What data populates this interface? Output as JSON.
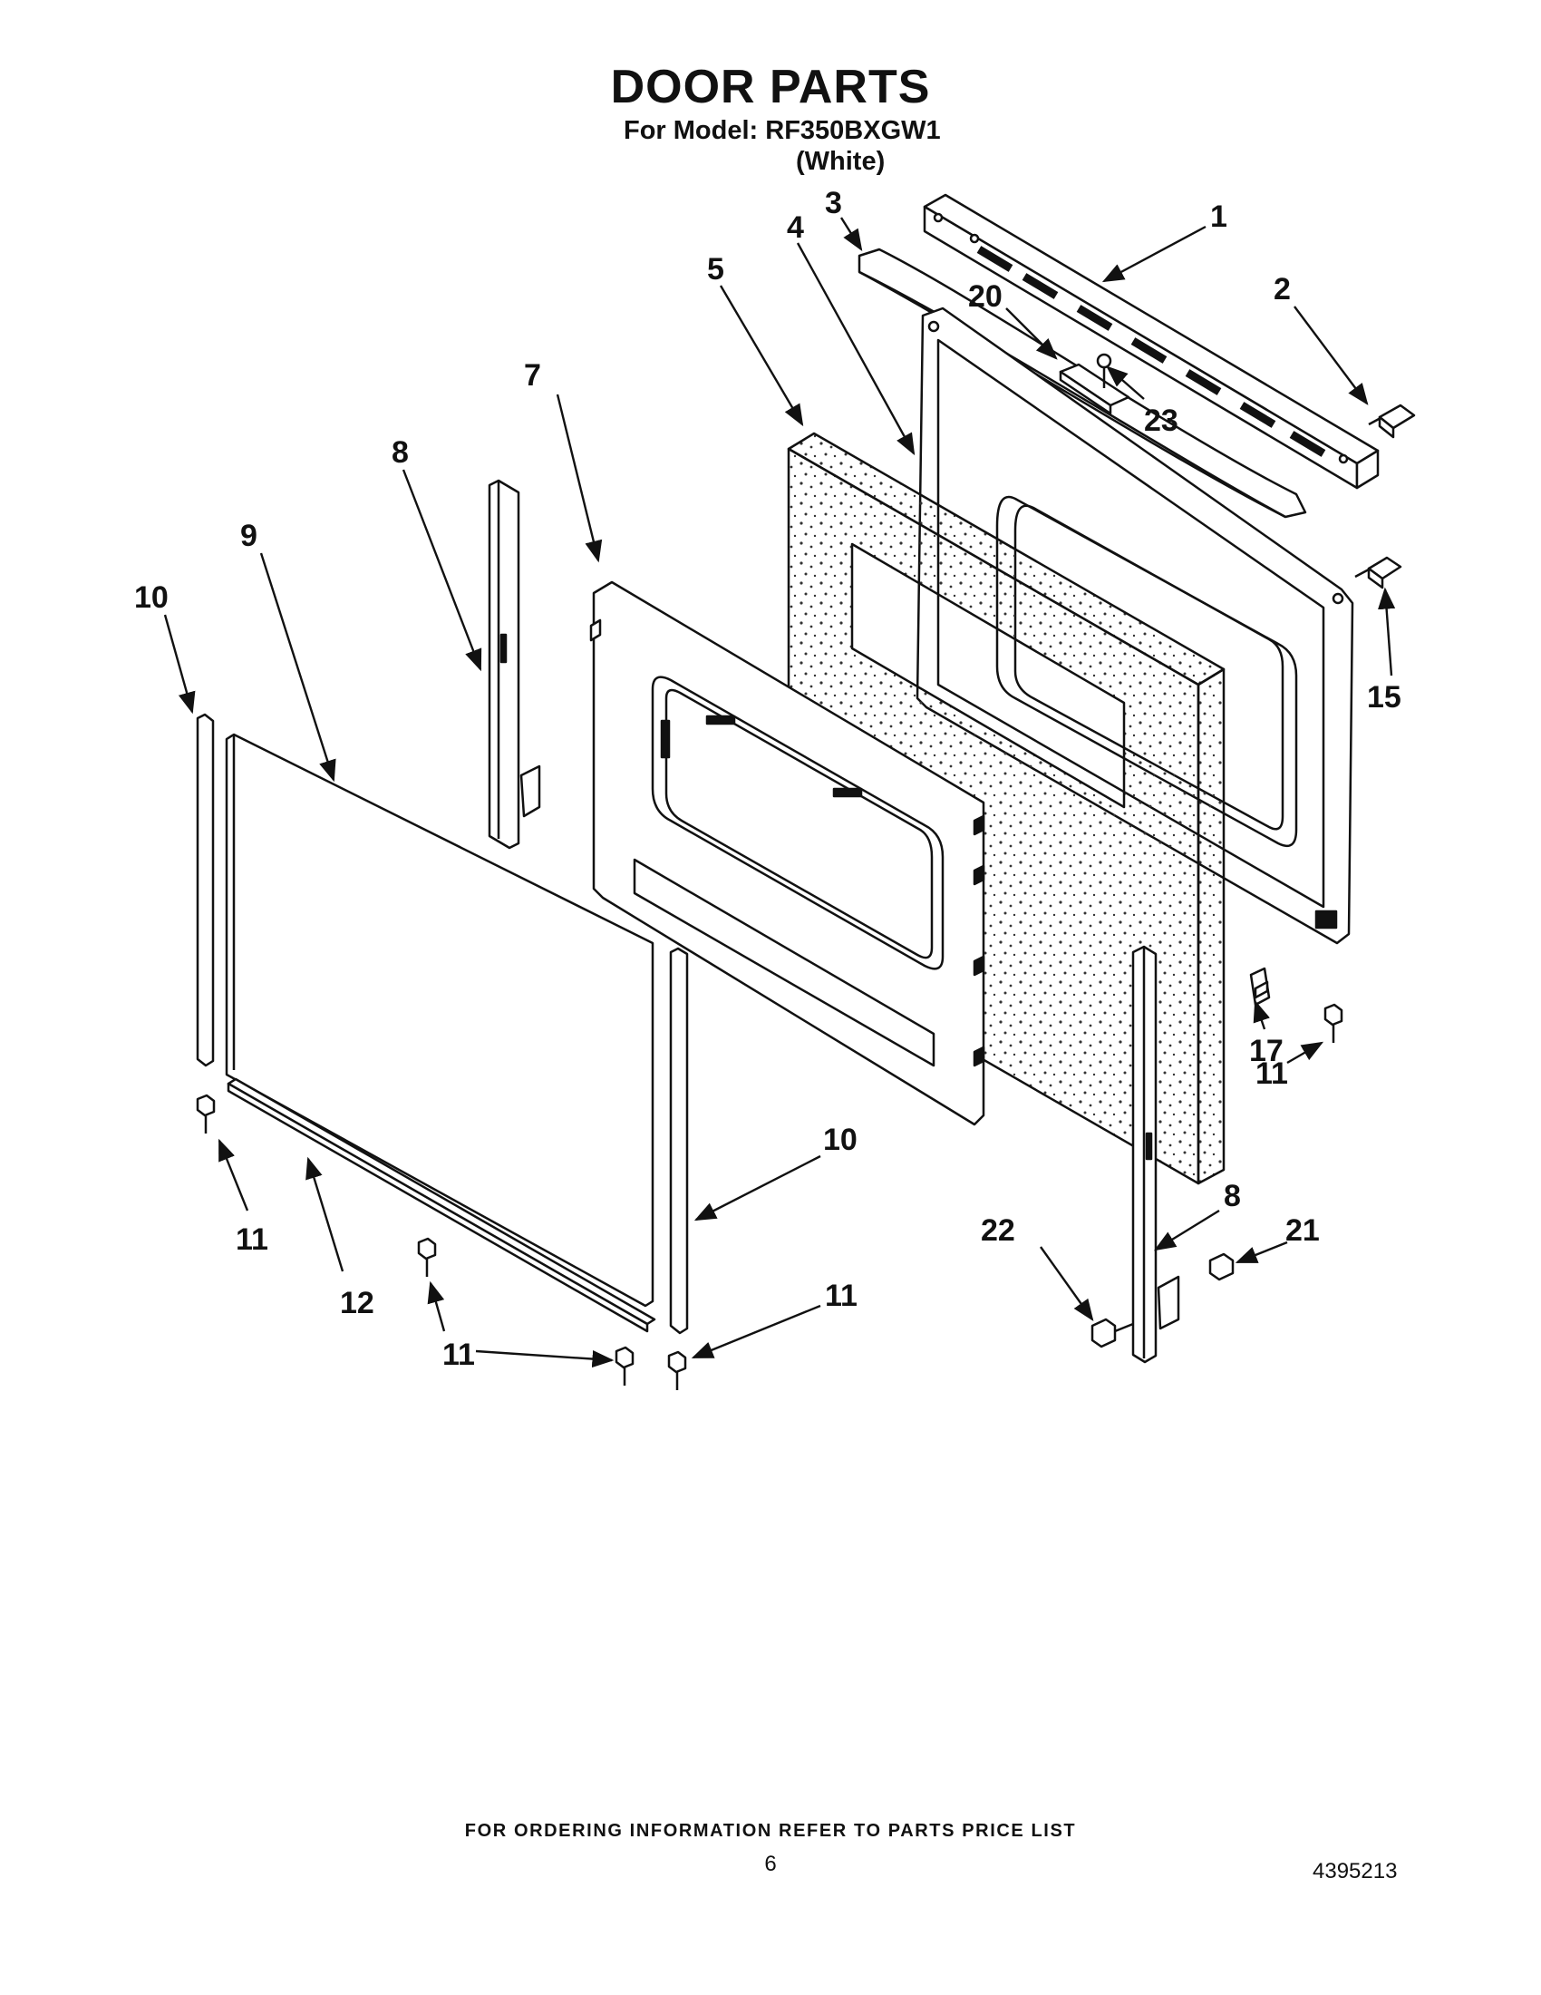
{
  "header": {
    "title": "DOOR PARTS",
    "model_line": "For Model: RF350BXGW1",
    "color": "(White)"
  },
  "diagram": {
    "callouts": [
      {
        "id": "c1",
        "label": "1"
      },
      {
        "id": "c2",
        "label": "2"
      },
      {
        "id": "c3",
        "label": "3"
      },
      {
        "id": "c4",
        "label": "4"
      },
      {
        "id": "c5",
        "label": "5"
      },
      {
        "id": "c7",
        "label": "7"
      },
      {
        "id": "c8a",
        "label": "8"
      },
      {
        "id": "c8b",
        "label": "8"
      },
      {
        "id": "c9",
        "label": "9"
      },
      {
        "id": "c10a",
        "label": "10"
      },
      {
        "id": "c10b",
        "label": "10"
      },
      {
        "id": "c11a",
        "label": "11"
      },
      {
        "id": "c11b",
        "label": "11"
      },
      {
        "id": "c11c",
        "label": "11"
      },
      {
        "id": "c11d",
        "label": "11"
      },
      {
        "id": "c12",
        "label": "12"
      },
      {
        "id": "c15",
        "label": "15"
      },
      {
        "id": "c17",
        "label": "17"
      },
      {
        "id": "c20",
        "label": "20"
      },
      {
        "id": "c21",
        "label": "21"
      },
      {
        "id": "c22",
        "label": "22"
      },
      {
        "id": "c23",
        "label": "23"
      }
    ],
    "colors": {
      "ink": "#111111",
      "paper": "#ffffff",
      "insulation_dots": "#333333"
    }
  },
  "footer": {
    "ordering_note": "FOR ORDERING INFORMATION REFER TO PARTS PRICE LIST",
    "page_number": "6",
    "document_number": "4395213"
  }
}
